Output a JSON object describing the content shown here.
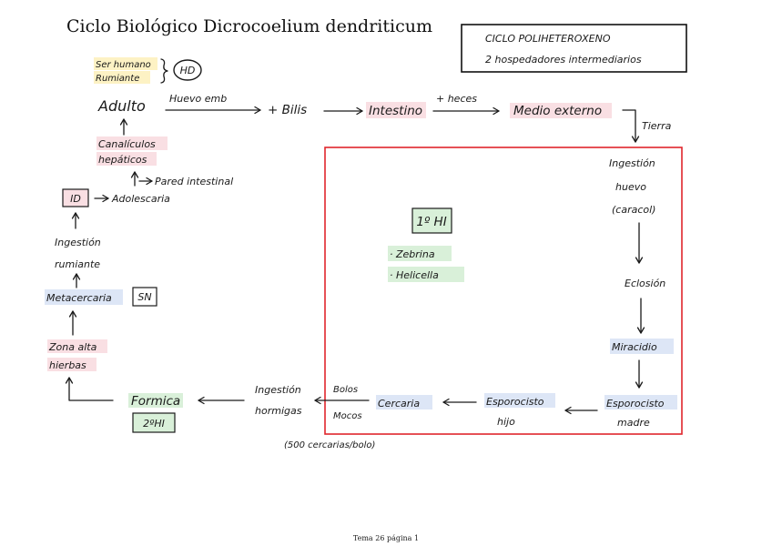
{
  "title": "Ciclo Biológico Dicrocoelium dendriticum",
  "header_box": {
    "line1": "CICLO POLIHETEROXENO",
    "line2": "2 hospedadores intermediarios"
  },
  "host_note": {
    "line1": "Ser humano",
    "line2": "Rumiante",
    "badge": "HD"
  },
  "top_row": {
    "adulto": "Adulto",
    "huevo_emb": "Huevo emb",
    "bilis": "+ Bilis",
    "intestino": "Intestino",
    "heces": "+ heces",
    "medio_externo": "Medio externo",
    "tierra": "Tierra"
  },
  "left_column": {
    "canaliculos_1": "Canalículos",
    "canaliculos_2": "hepáticos",
    "pared_intestinal": "Pared intestinal",
    "id_badge": "ID",
    "adolescaria": "Adolescaria",
    "ingestion_1": "Ingestión",
    "ingestion_2": "rumiante",
    "metacercaria": "Metacercaria",
    "sn_badge": "SN",
    "zona_1": "Zona alta",
    "zona_2": "hierbas"
  },
  "red_box": {
    "host1_label": "1º HI",
    "species": [
      "· Zebrina",
      "· Helicella"
    ],
    "ingestion_1": "Ingestión",
    "ingestion_2": "huevo",
    "ingestion_3": "(caracol)",
    "eclosion": "Eclosión",
    "miracidio": "Miracidio",
    "esporocisto_madre_1": "Esporocisto",
    "esporocisto_madre_2": "madre",
    "esporocisto_hijo_1": "Esporocisto",
    "esporocisto_hijo_2": "hijo",
    "cercaria": "Cercaria"
  },
  "bottom_row": {
    "bolos": "Bolos",
    "mocos": "Mocos",
    "ingestion_1": "Ingestión",
    "ingestion_2": "hormigas",
    "note": "(500 cercarias/bolo)",
    "formica": "Formica",
    "host2_label": "2ºHI"
  },
  "footer": "Tema 26 página 1",
  "colors": {
    "highlight_yellow": "#fdf2c4",
    "highlight_pink": "#f9dfe3",
    "highlight_blue": "#dde6f6",
    "highlight_green": "#d9f0d9",
    "red_box": "#e0262c",
    "ink": "#1a1a1a"
  }
}
